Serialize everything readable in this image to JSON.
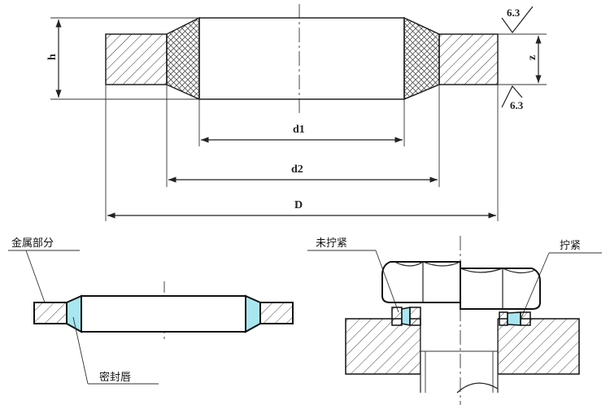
{
  "top_drawing": {
    "dim_h": "h",
    "dim_z": "z",
    "dim_d1": "d1",
    "dim_d2": "d2",
    "dim_D": "D",
    "roughness_top": "6.3",
    "roughness_bottom": "6.3"
  },
  "bottom_left": {
    "label_metal": "金属部分",
    "label_lip": "密封唇"
  },
  "bottom_right": {
    "label_untightened": "未拧紧",
    "label_tightened": "拧紧"
  },
  "colors": {
    "lip_fill": "#a8e6f0",
    "line": "#222222"
  }
}
